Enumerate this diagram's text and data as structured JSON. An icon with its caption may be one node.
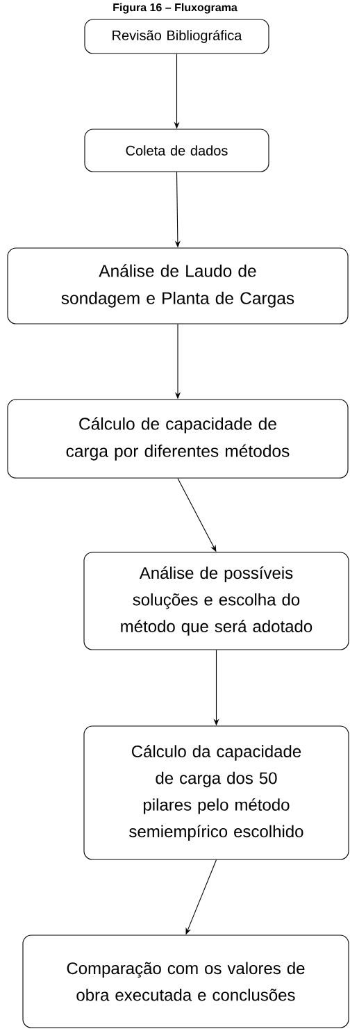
{
  "diagram": {
    "title": "Figura 16 – Fluxograma",
    "nodes": [
      {
        "text": [
          "Revisão Bibliográfica"
        ]
      },
      {
        "text": [
          "Coleta de dados"
        ]
      },
      {
        "text": [
          "Análise de Laudo de sondagem e Planta de Cargas"
        ]
      },
      {
        "text": [
          "Cálculo de capacidade de carga por diferentes métodos"
        ]
      },
      {
        "text": [
          "Análise de possíveis soluções e escolha do método que será adotado"
        ]
      },
      {
        "text": [
          "Cálculo da capacidade de carga dos 50 pilares pelo método semiempírico escolhido"
        ]
      },
      {
        "text": [
          "Comparação com os valores de obra executada e conclusões"
        ]
      }
    ],
    "edges": [
      {
        "from": 0,
        "to": 1,
        "arrow": "to"
      },
      {
        "from": 1,
        "to": 2,
        "arrow": "to"
      },
      {
        "from": 2,
        "to": 3,
        "arrow": "to"
      },
      {
        "from": 3,
        "to": 4,
        "arrow": "to"
      },
      {
        "from": 4,
        "to": 5,
        "arrow": "to"
      },
      {
        "from": 5,
        "to": 6,
        "arrow": "to"
      }
    ]
  }
}
